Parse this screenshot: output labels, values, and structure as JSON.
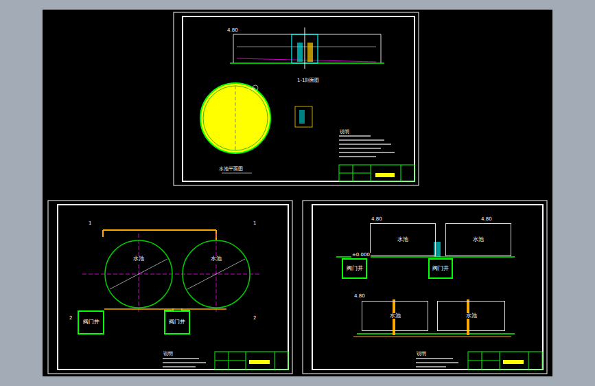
{
  "diagram": {
    "nodes": [
      {
        "text": [
          "水池"
        ]
      },
      {
        "text": [
          "水池"
        ]
      },
      {
        "text": [
          "阀门井"
        ]
      },
      {
        "text": [
          "阀门井"
        ]
      },
      {
        "text": [
          "水池"
        ]
      },
      {
        "text": [
          "水池"
        ]
      },
      {
        "text": [
          "阀门井"
        ]
      },
      {
        "text": [
          "阀门井"
        ]
      },
      {
        "text": [
          "水池"
        ]
      },
      {
        "text": [
          "水池"
        ]
      }
    ],
    "edges": [
      {
        "from": 0,
        "to": 3,
        "arrow": "none"
      },
      {
        "from": 1,
        "to": 3,
        "arrow": "none"
      }
    ],
    "labels": [
      "1-1剖面图",
      "水池平面图",
      "1",
      "1",
      "2",
      "2",
      "说明",
      "说明",
      "说明",
      "4.80",
      "4.80",
      "4.80",
      "4.80",
      "±0.000"
    ]
  }
}
